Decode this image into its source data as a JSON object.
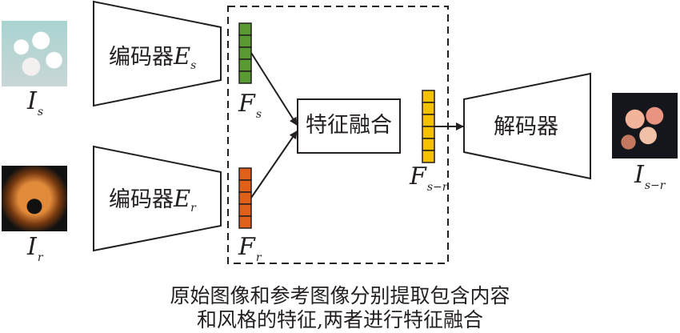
{
  "images": {
    "style_image": {
      "label_main": "I",
      "label_sub": "s"
    },
    "reference_image": {
      "label_main": "I",
      "label_sub": "r"
    },
    "output_image": {
      "label_main": "I",
      "label_sub": "s−r"
    }
  },
  "encoders": {
    "style": {
      "label": "编码器",
      "symbol": "E",
      "sub": "s"
    },
    "reference": {
      "label": "编码器",
      "symbol": "E",
      "sub": "r"
    }
  },
  "features": {
    "fs": {
      "main": "F",
      "sub": "s",
      "cells": 5,
      "color": "#5a9a32"
    },
    "fr": {
      "main": "F",
      "sub": "r",
      "cells": 5,
      "color": "#e0601a"
    },
    "fsr": {
      "main": "F",
      "sub": "s−r",
      "cells": 6,
      "color": "#f5c000"
    }
  },
  "fusion": {
    "label": "特征融合"
  },
  "decoder": {
    "label": "解码器"
  },
  "caption": {
    "line1": "原始图像和参考图像分别提取包含内容",
    "line2": "和风格的特征,两者进行特征融合"
  }
}
